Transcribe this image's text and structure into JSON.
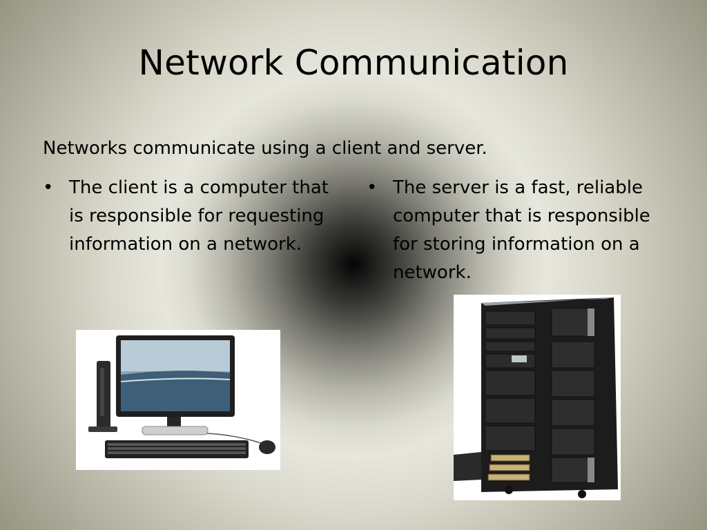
{
  "title": "Network Communication",
  "intro": "Networks communicate using a client and server.",
  "bullets": {
    "client": "The client is a computer that is responsible for requesting information on a network.",
    "server": "The server is a fast, reliable computer that is responsible for storing information on a network."
  },
  "images": {
    "client": "client-desktop-computer-image",
    "server": "server-rack-image"
  }
}
